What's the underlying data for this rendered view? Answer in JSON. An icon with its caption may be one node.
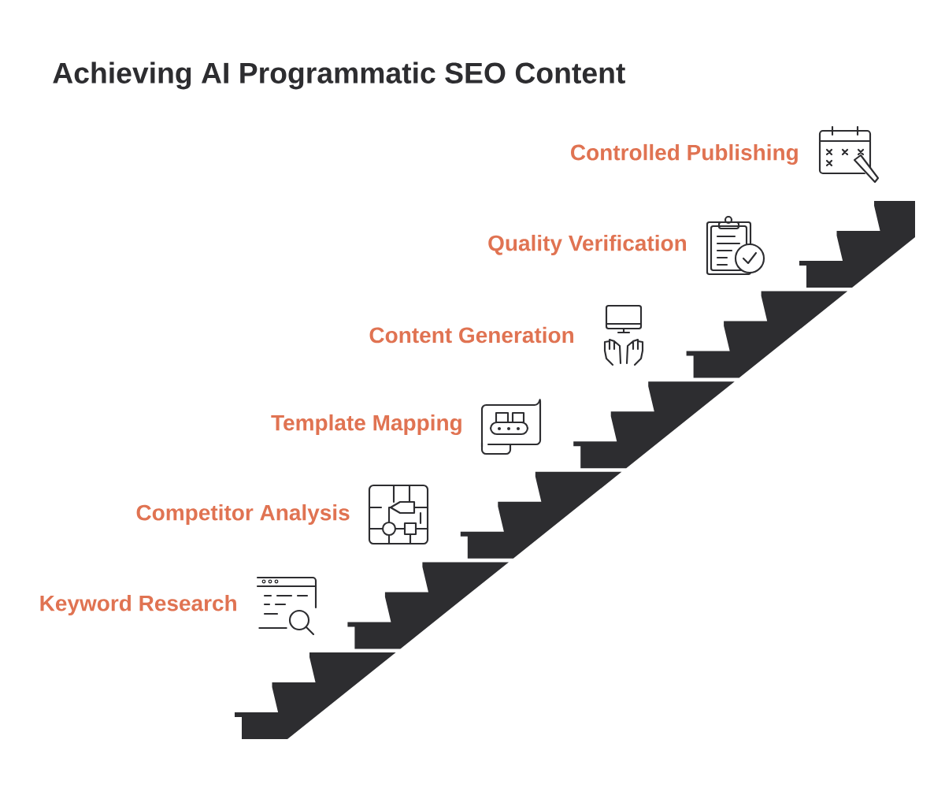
{
  "diagram": {
    "title": "Achieving AI Programmatic SEO Content",
    "labels": [
      "Controlled Publishing",
      "Quality Verification",
      "Content Generation",
      "Template Mapping",
      "Competitor Analysis",
      "Keyword Research"
    ]
  }
}
